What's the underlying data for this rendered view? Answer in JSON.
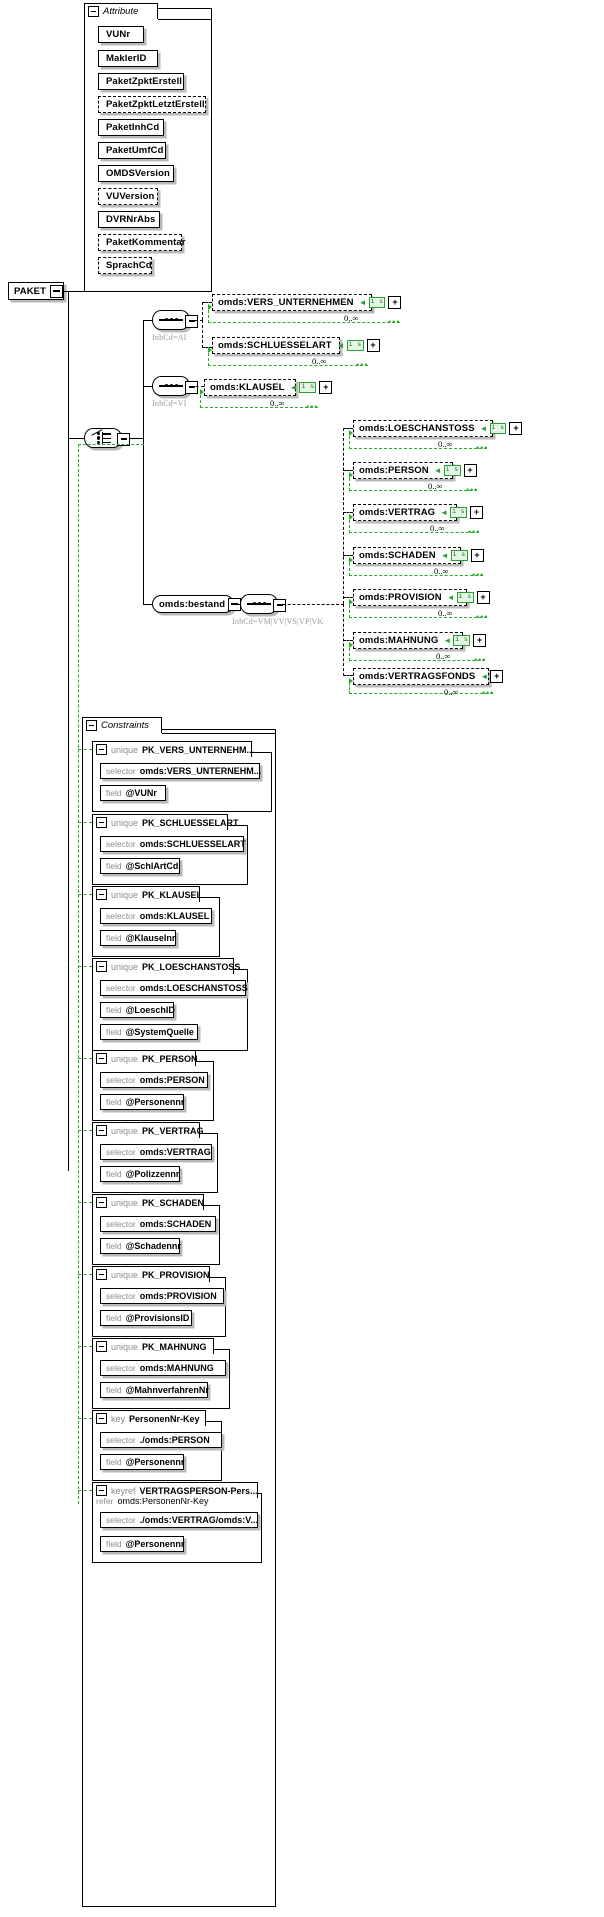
{
  "root": {
    "label": "PAKET",
    "toggle": "minus"
  },
  "attribute_panel": {
    "title": "Attribute",
    "toggle": "minus",
    "items": [
      {
        "label": "VUNr",
        "optional": false
      },
      {
        "label": "MaklerID",
        "optional": false
      },
      {
        "label": "PaketZpktErstell",
        "optional": false
      },
      {
        "label": "PaketZpktLetztErstell",
        "optional": true
      },
      {
        "label": "PaketInhCd",
        "optional": false
      },
      {
        "label": "PaketUmfCd",
        "optional": false
      },
      {
        "label": "OMDSVersion",
        "optional": false
      },
      {
        "label": "VUVersion",
        "optional": true
      },
      {
        "label": "DVRNrAbs",
        "optional": false
      },
      {
        "label": "PaketKommentar",
        "optional": true
      },
      {
        "label": "SprachCd",
        "optional": true
      }
    ]
  },
  "tree": {
    "branch_ai": {
      "compositor": "sequence",
      "annotation": "InhCd=AI",
      "elements": [
        {
          "label": "omds:VERS_UNTERNEHMEN",
          "badge": "i s",
          "occurs": "0..∞"
        },
        {
          "label": "omds:SCHLUESSELART",
          "badge": "i s",
          "occurs": "0..∞"
        }
      ]
    },
    "branch_vi": {
      "compositor": "sequence",
      "annotation": "InhCd=VI",
      "elements": [
        {
          "label": "omds:KLAUSEL",
          "badge": "i s",
          "occurs": "0..∞"
        }
      ]
    },
    "bestand": {
      "label": "omds:bestand",
      "toggle": "minus",
      "compositor": "sequence",
      "annotation": "InhCd=VM|VV|VS|VP|VK",
      "elements": [
        {
          "label": "omds:LOESCHANSTOSS",
          "badge": "i s",
          "occurs": "0..∞"
        },
        {
          "label": "omds:PERSON",
          "badge": "i s",
          "occurs": "0..∞"
        },
        {
          "label": "omds:VERTRAG",
          "badge": "i s",
          "occurs": "0..∞"
        },
        {
          "label": "omds:SCHADEN",
          "badge": "i s",
          "occurs": "0..∞"
        },
        {
          "label": "omds:PROVISION",
          "badge": "i s",
          "occurs": "0..∞"
        },
        {
          "label": "omds:MAHNUNG",
          "badge": "i s",
          "occurs": "0..∞"
        },
        {
          "label": "omds:VERTRAGSFONDS",
          "badge": "i s",
          "occurs": "0..∞"
        }
      ]
    }
  },
  "constraints_panel": {
    "title": "Constraints",
    "toggle": "minus",
    "groups": [
      {
        "kind": "unique",
        "name": "PK_VERS_UNTERNEHM...",
        "selector_key": "selector",
        "selector": "omds:VERS_UNTERNEHM...",
        "field_key": "field",
        "field": "@VUNr"
      },
      {
        "kind": "unique",
        "name": "PK_SCHLUESSELART",
        "selector_key": "selector",
        "selector": "omds:SCHLUESSELART",
        "field_key": "field",
        "field": "@SchlArtCd"
      },
      {
        "kind": "unique",
        "name": "PK_KLAUSEL",
        "selector_key": "selector",
        "selector": "omds:KLAUSEL",
        "field_key": "field",
        "field": "@KlauseInr"
      },
      {
        "kind": "unique",
        "name": "PK_LOESCHANSTOSS",
        "selector_key": "selector",
        "selector": "omds:LOESCHANSTOSS",
        "field_key": "field",
        "field": "@LoeschID",
        "field2_key": "field",
        "field2": "@SystemQuelle"
      },
      {
        "kind": "unique",
        "name": "PK_PERSON",
        "selector_key": "selector",
        "selector": "omds:PERSON",
        "field_key": "field",
        "field": "@Personennr"
      },
      {
        "kind": "unique",
        "name": "PK_VERTRAG",
        "selector_key": "selector",
        "selector": "omds:VERTRAG",
        "field_key": "field",
        "field": "@Polizzennr"
      },
      {
        "kind": "unique",
        "name": "PK_SCHADEN",
        "selector_key": "selector",
        "selector": "omds:SCHADEN",
        "field_key": "field",
        "field": "@Schadennr"
      },
      {
        "kind": "unique",
        "name": "PK_PROVISION",
        "selector_key": "selector",
        "selector": "omds:PROVISION",
        "field_key": "field",
        "field": "@ProvisionsID"
      },
      {
        "kind": "unique",
        "name": "PK_MAHNUNG",
        "selector_key": "selector",
        "selector": "omds:MAHNUNG",
        "field_key": "field",
        "field": "@MahnverfahrenNr"
      },
      {
        "kind": "key",
        "name": "PersonenNr-Key",
        "selector_key": "selector",
        "selector": "./omds:PERSON",
        "field_key": "field",
        "field": "@Personennr"
      },
      {
        "kind": "keyref",
        "name": "VERTRAGSPERSON-Pers...",
        "refer_key": "refer",
        "refer": "omds:PersonenNr-Key",
        "selector_key": "selector",
        "selector": "./omds:VERTRAG/omds:V...",
        "field_key": "field",
        "field": "@Personennr"
      }
    ]
  }
}
